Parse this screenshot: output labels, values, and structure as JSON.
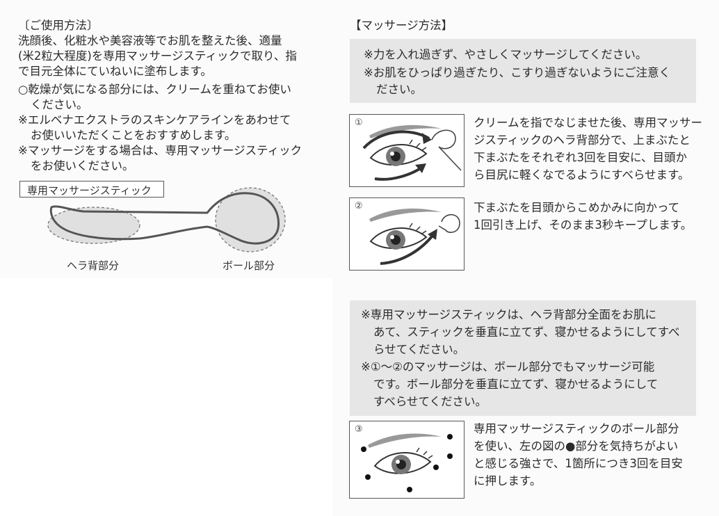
{
  "left": {
    "heading": "〔ご使用方法〕",
    "intro_lines": [
      "洗顔後、化粧水や美容液等でお肌を整えた後、適量",
      "(米2粒大程度)を専用マッサージスティックで取り、指",
      "で目元全体にていねいに塗布します。"
    ],
    "notes": [
      {
        "line1": "○乾燥が気になる部分には、クリームを重ねてお使い",
        "line2": "ください。"
      },
      {
        "line1": "※エルベナエクストラのスキンケアラインをあわせて",
        "line2": "お使いいただくことをおすすめします。"
      },
      {
        "line1": "※マッサージをする場合は、専用マッサージスティック",
        "line2": "をお使いください。"
      }
    ],
    "stick_label": "専用マッサージスティック",
    "spatula_label": "ヘラ背部分",
    "ball_label": "ボール部分"
  },
  "right": {
    "heading": "【マッサージ方法】",
    "caution_lines": [
      "※力を入れ過ぎず、やさしくマッサージしてください。",
      "※お肌をひっぱり過ぎたり、こすり過ぎないようにご注意く",
      "ださい。"
    ],
    "steps": [
      {
        "number": "①",
        "lines": [
          "クリームを指でなじませた後、専用マッサー",
          "ジスティックのヘラ背部分で、上まぶたと",
          "下まぶたをそれぞれ3回を目安に、目頭か",
          "ら目尻に軽くなでるようにすべらせます。"
        ]
      },
      {
        "number": "②",
        "lines": [
          "下まぶたを目頭からこめかみに向かって",
          "1回引き上げ、そのまま3秒キープします。"
        ]
      },
      {
        "number": "③",
        "lines": [
          "専用マッサージスティックのボール部分",
          "を使い、左の図の●部分を気持ちがよい",
          "と感じる強さで、1箇所につき3回を目安",
          "に押します。"
        ]
      }
    ],
    "note2_lines": [
      "※専用マッサージスティックは、ヘラ背部分全面をお肌に",
      "あて、スティックを垂直に立てず、寝かせるようにしてすべ",
      "らせてください。",
      "※①～②のマッサージは、ボール部分でもマッサージ可能",
      "です。ボール部分を垂直に立てず、寝かせるようにして",
      "すべらせてください。"
    ]
  },
  "icons": [
    "eye-illustration",
    "massage-stick-illustration",
    "arrow-icon",
    "pressure-point-dot"
  ],
  "colors": {
    "panel_grey": "#e6e6e6",
    "text": "#2b2b2b",
    "dashed_fill": "#e0e0e0"
  }
}
